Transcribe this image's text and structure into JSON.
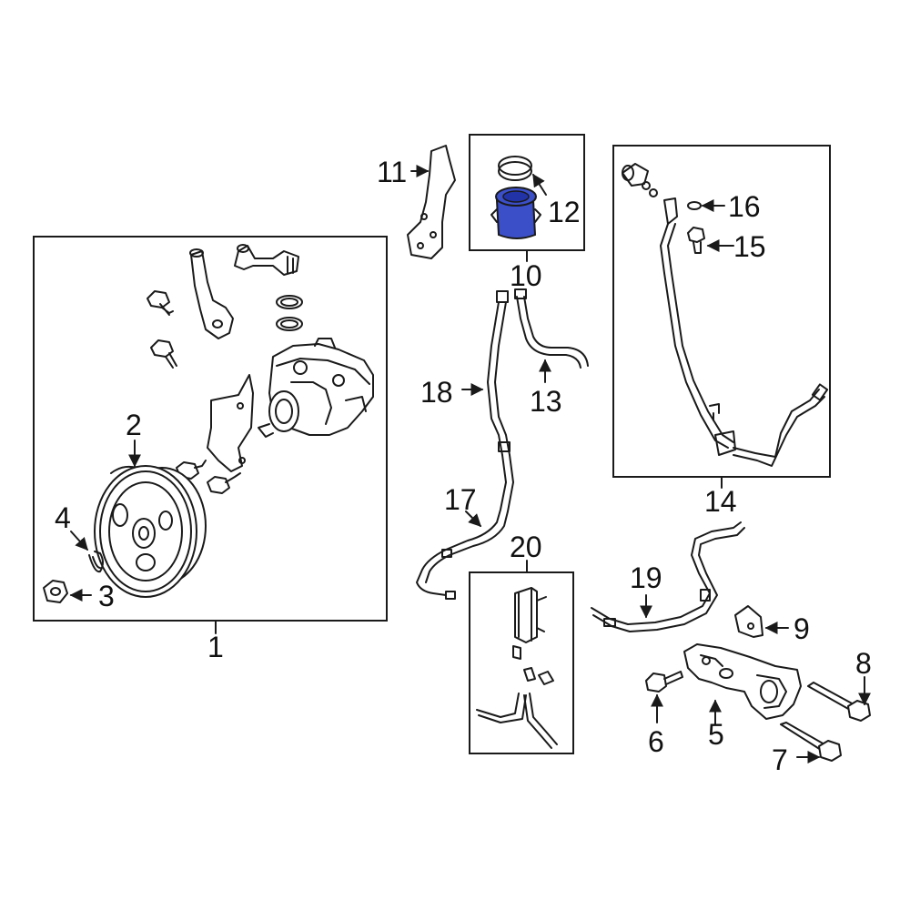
{
  "diagram": {
    "highlight_color": "#3b4fc9",
    "callouts": {
      "c1": "1",
      "c2": "2",
      "c3": "3",
      "c4": "4",
      "c5": "5",
      "c6": "6",
      "c7": "7",
      "c8": "8",
      "c9": "9",
      "c10": "10",
      "c11": "11",
      "c12": "12",
      "c13": "13",
      "c14": "14",
      "c15": "15",
      "c16": "16",
      "c17": "17",
      "c18": "18",
      "c19": "19",
      "c20": "20"
    },
    "highlighted_part": "12"
  }
}
